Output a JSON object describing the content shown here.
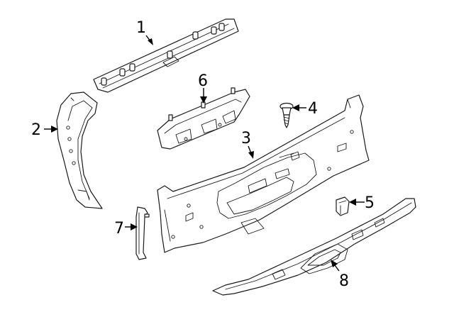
{
  "diagram": {
    "callouts": [
      {
        "id": "1",
        "label": "1"
      },
      {
        "id": "2",
        "label": "2"
      },
      {
        "id": "3",
        "label": "3"
      },
      {
        "id": "4",
        "label": "4"
      },
      {
        "id": "5",
        "label": "5"
      },
      {
        "id": "6",
        "label": "6"
      },
      {
        "id": "7",
        "label": "7"
      },
      {
        "id": "8",
        "label": "8"
      }
    ],
    "colors": {
      "line": "#1a1a1a",
      "background": "#ffffff"
    }
  }
}
